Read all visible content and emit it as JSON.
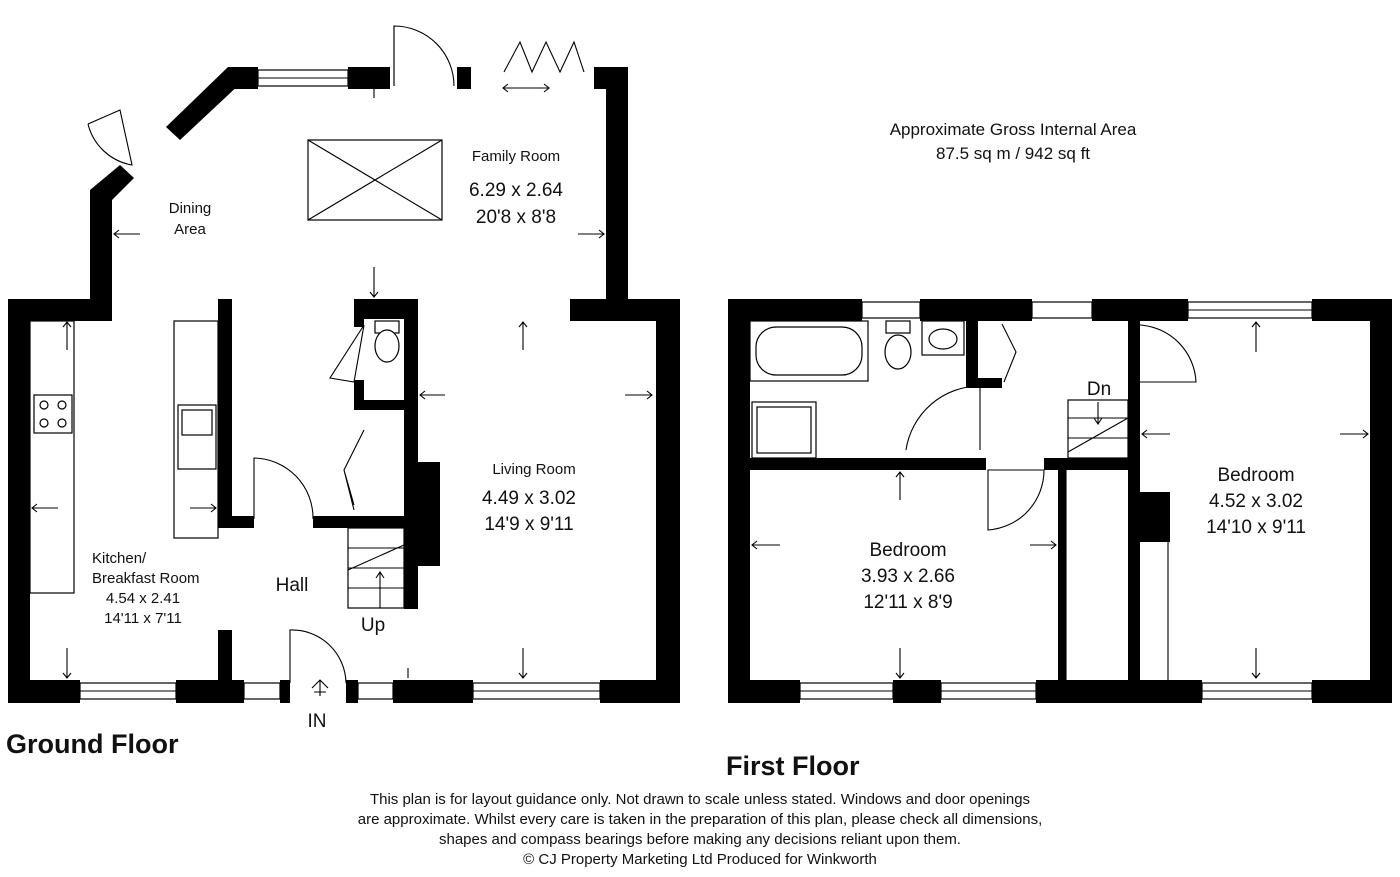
{
  "area": {
    "title": "Approximate Gross Internal Area",
    "value": "87.5 sq m / 942 sq ft"
  },
  "ground_floor": {
    "title": "Ground Floor",
    "rooms": {
      "family_room": {
        "name": "Family Room",
        "metric": "6.29 x 2.64",
        "imperial": "20'8 x 8'8"
      },
      "dining_area": {
        "name_line1": "Dining",
        "name_line2": "Area"
      },
      "living_room": {
        "name": "Living Room",
        "metric": "4.49 x 3.02",
        "imperial": "14'9 x 9'11"
      },
      "kitchen": {
        "name_line1": "Kitchen/",
        "name_line2": "Breakfast Room",
        "metric": "4.54 x 2.41",
        "imperial": "14'11 x 7'11"
      },
      "hall": {
        "name": "Hall"
      }
    },
    "labels": {
      "up": "Up",
      "in": "IN"
    }
  },
  "first_floor": {
    "title": "First Floor",
    "rooms": {
      "bedroom_front": {
        "name": "Bedroom",
        "metric": "3.93 x 2.66",
        "imperial": "12'11 x 8'9"
      },
      "bedroom_right": {
        "name": "Bedroom",
        "metric": "4.52 x 3.02",
        "imperial": "14'10 x 9'11"
      }
    },
    "labels": {
      "down": "Dn"
    }
  },
  "disclaimer": {
    "line1": "This plan is for layout guidance only. Not drawn to scale unless stated. Windows and door openings",
    "line2": "are approximate. Whilst every care is taken in the preparation of this plan, please check all dimensions,",
    "line3": "shapes and compass bearings before making any decisions reliant upon them.",
    "line4": "© CJ Property Marketing Ltd Produced for Winkworth"
  }
}
